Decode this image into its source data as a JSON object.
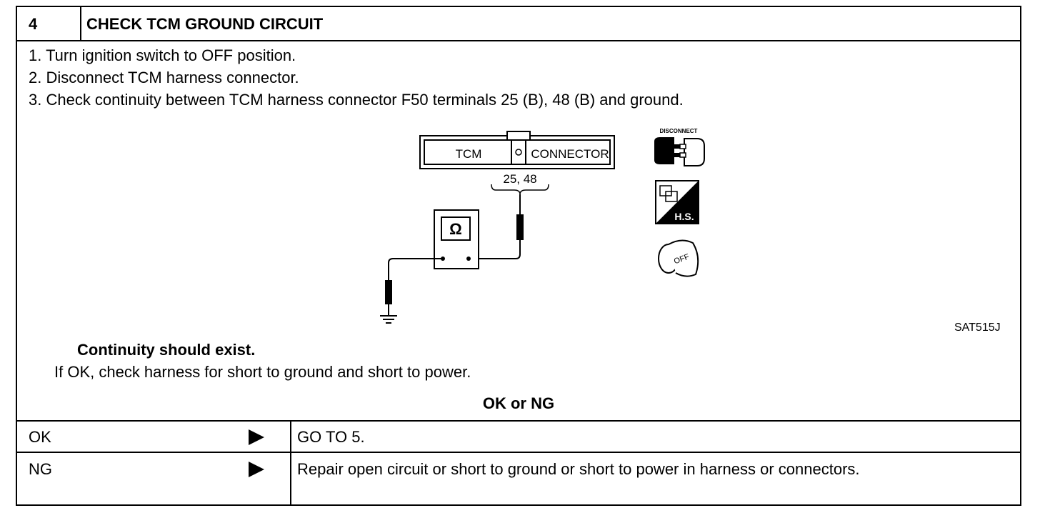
{
  "header": {
    "step_number": "4",
    "title": "CHECK TCM GROUND CIRCUIT"
  },
  "steps": [
    "1.  Turn ignition switch to OFF position.",
    "2.  Disconnect TCM harness connector.",
    "3.  Check continuity between TCM harness connector F50 terminals 25 (B), 48 (B) and ground."
  ],
  "diagram": {
    "connector_left_label": "TCM",
    "connector_right_label": "CONNECTOR",
    "terminals_label": "25,  48",
    "meter_symbol": "Ω",
    "disconnect_label": "DISCONNECT",
    "hs_label": "H.S.",
    "off_label": "OFF",
    "figure_code": "SAT515J"
  },
  "result": {
    "expectation": "Continuity should exist.",
    "note": "If OK, check harness for short to ground and short to power."
  },
  "decision": {
    "header": "OK or NG",
    "rows": [
      {
        "condition": "OK",
        "action": "GO TO 5."
      },
      {
        "condition": "NG",
        "action": "Repair open circuit or short to ground or short to power in harness or connectors."
      }
    ]
  }
}
